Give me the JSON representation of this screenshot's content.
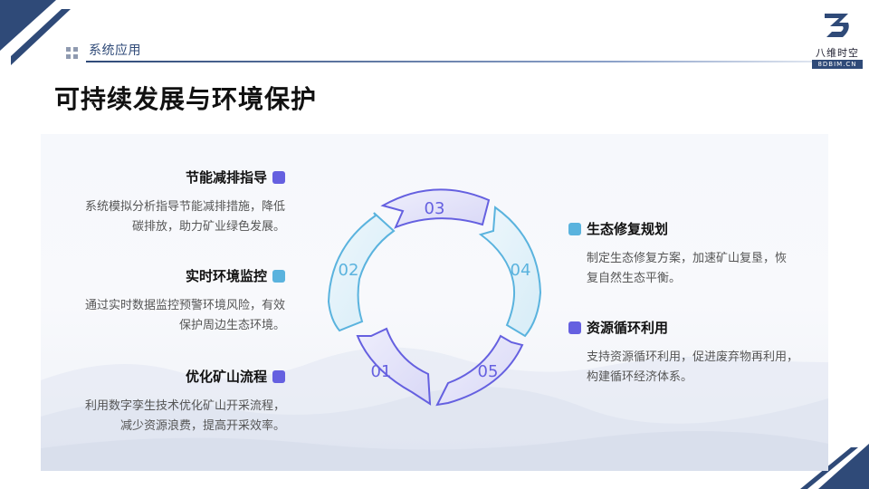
{
  "header": {
    "section_label": "系统应用",
    "title": "可持续发展与环境保护"
  },
  "logo": {
    "name": "八维时空",
    "domain": "8DBIM.CN"
  },
  "features_left": [
    {
      "title": "节能减排指导",
      "desc_line1": "系统模拟分析指导节能减排措施，降低",
      "desc_line2": "碳排放，助力矿业绿色发展。",
      "marker": "purple"
    },
    {
      "title": "实时环境监控",
      "desc_line1": "通过实时数据监控预警环境风险，有效",
      "desc_line2": "保护周边生态环境。",
      "marker": "blue"
    },
    {
      "title": "优化矿山流程",
      "desc_line1": "利用数字孪生技术优化矿山开采流程，",
      "desc_line2": "减少资源浪费，提高开采效率。",
      "marker": "purple"
    }
  ],
  "features_right": [
    {
      "title": "生态修复规划",
      "desc_line1": "制定生态修复方案，加速矿山复垦，恢",
      "desc_line2": "复自然生态平衡。",
      "marker": "blue"
    },
    {
      "title": "资源循环利用",
      "desc_line1": "支持资源循环利用，促进废弃物再利用，",
      "desc_line2": "构建循环经济体系。",
      "marker": "purple"
    }
  ],
  "cycle": {
    "segments": [
      "01",
      "02",
      "03",
      "04",
      "05"
    ]
  },
  "colors": {
    "navy": "#2f4a78",
    "purple": "#6560e0",
    "blue": "#5ab3de"
  }
}
